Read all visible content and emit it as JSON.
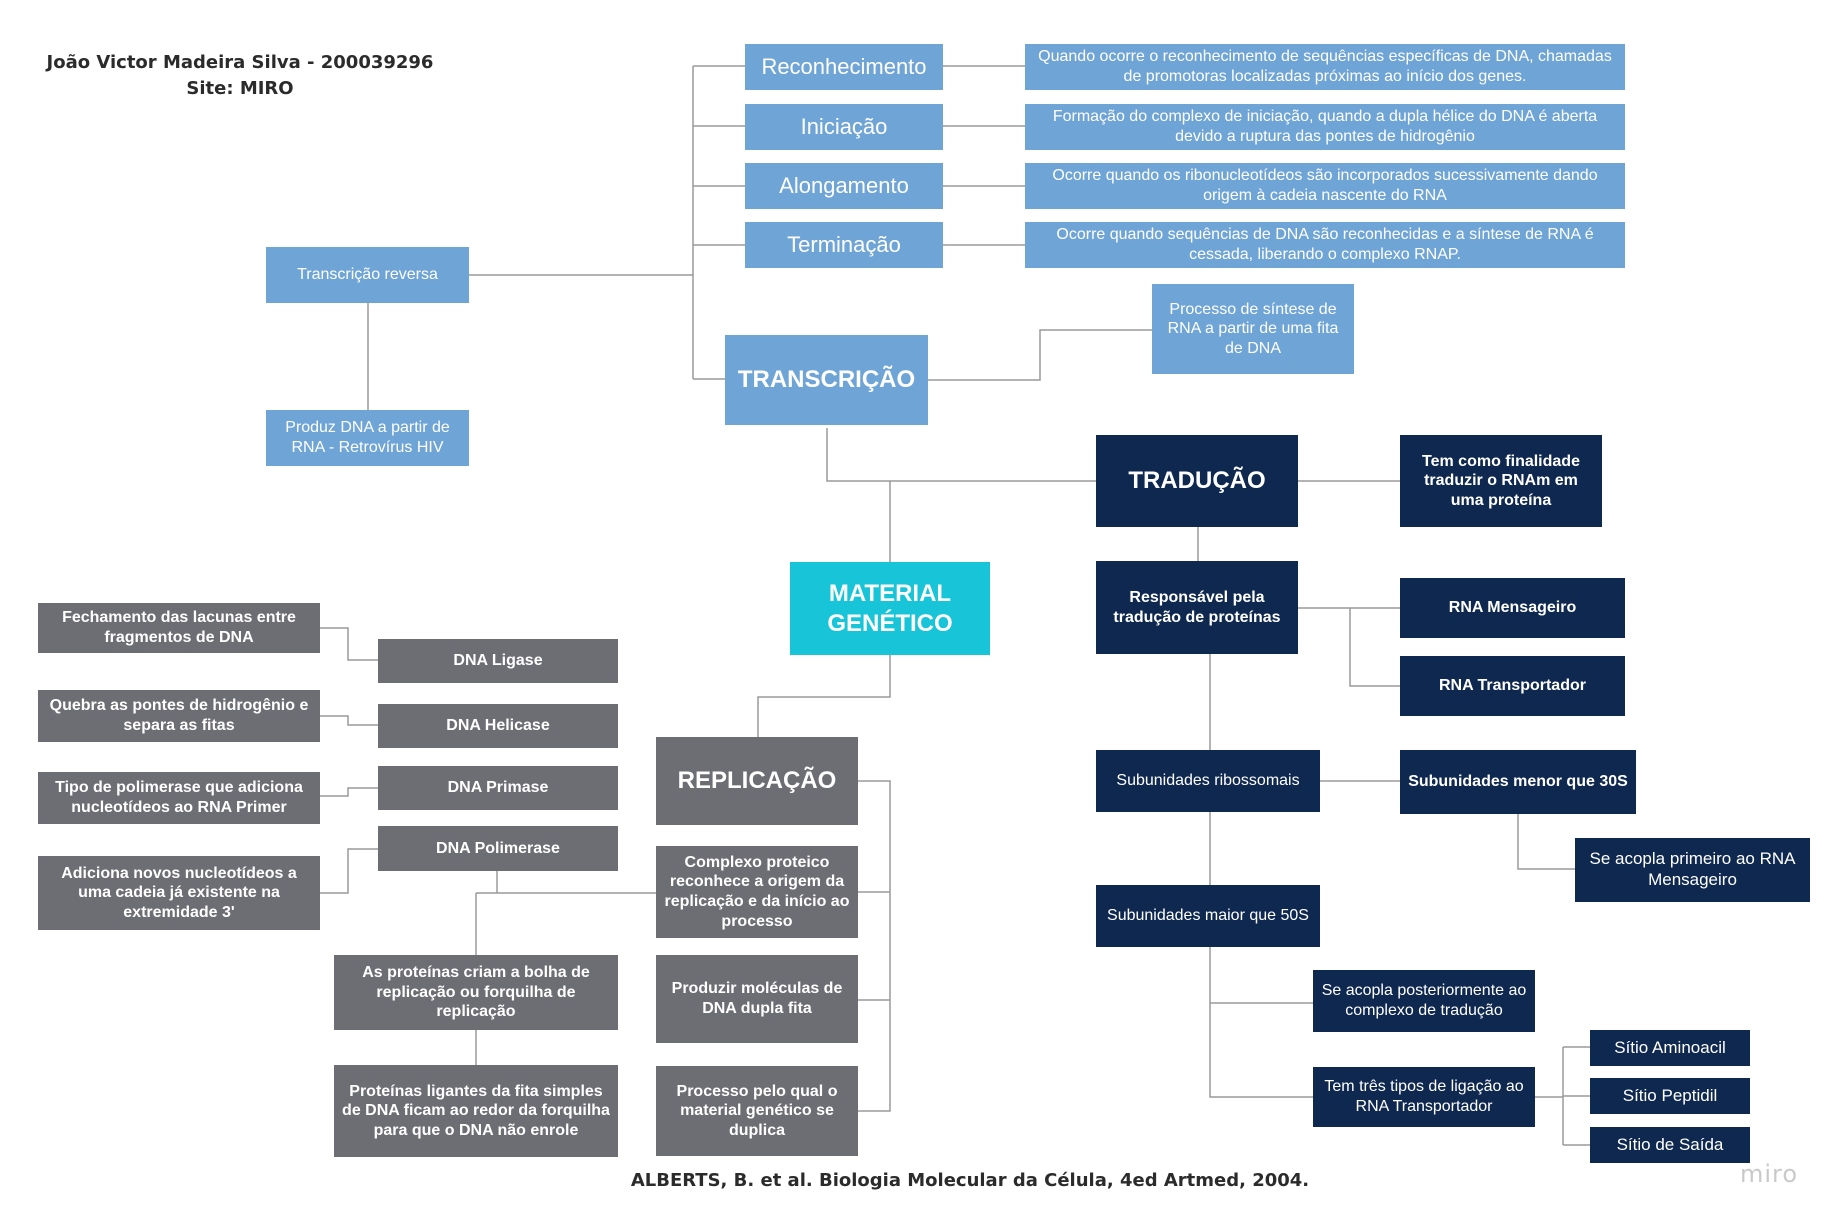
{
  "header": {
    "author": "João Victor Madeira Silva - 200039296",
    "site": "Site: MIRO"
  },
  "citation": "ALBERTS, B. et al. Biologia Molecular da Célula, 4ed Artmed, 2004.",
  "brand": "miro",
  "colors": {
    "light_blue": "#6fa4d6",
    "navy": "#0f2850",
    "gray": "#6d6d74",
    "cyan": "#17c4d8",
    "connector": "#9a9a9a"
  },
  "nodes": {
    "reconhecimento": "Reconhecimento",
    "reconhecimento_desc": "Quando ocorre o reconhecimento de sequências específicas de DNA, chamadas de promotoras localizadas próximas ao início dos genes.",
    "iniciacao": "Iniciação",
    "iniciacao_desc": "Formação do complexo de iniciação, quando a dupla hélice do DNA é aberta devido a ruptura das pontes de hidrogênio",
    "alongamento": "Alongamento",
    "alongamento_desc": "Ocorre quando os ribonucleotídeos são incorporados sucessivamente dando origem à cadeia nascente do RNA",
    "terminacao": "Terminação",
    "terminacao_desc": "Ocorre quando sequências de DNA são reconhecidas e a síntese de RNA é cessada, liberando o complexo RNAP.",
    "transcricao_reversa": "Transcrição reversa",
    "produz_dna": "Produz DNA a partir de RNA - Retrovírus HIV",
    "transcricao": "TRANSCRIÇÃO",
    "transcricao_desc": "Processo de síntese de RNA a partir de uma fita de DNA",
    "traducao": "TRADUÇÃO",
    "traducao_desc": "Tem como finalidade traduzir o RNAm em uma proteína",
    "material_genetico": "MATERIAL GENÉTICO",
    "responsavel": "Responsável pela tradução de proteínas",
    "rna_mensageiro": "RNA Mensageiro",
    "rna_transportador": "RNA Transportador",
    "subunidades_ribossomais": "Subunidades ribossomais",
    "subunidade_menor": "Subunidades menor que 30S",
    "acopla_primeiro": "Se acopla primeiro ao RNA Mensageiro",
    "subunidade_maior": "Subunidades maior que 50S",
    "acopla_posteriormente": "Se acopla posteriormente ao complexo de tradução",
    "tres_tipos": "Tem três tipos de ligação ao RNA Transportador",
    "sitio_aminoacil": "Sítio Aminoacil",
    "sitio_peptidil": "Sítio Peptidil",
    "sitio_saida": "Sítio de Saída",
    "replicacao": "REPLICAÇÃO",
    "complexo_proteico": "Complexo proteico reconhece a origem da replicação e da início ao processo",
    "produzir_moleculas": "Produzir moléculas de DNA dupla fita",
    "processo_duplica": "Processo pelo qual o material genético se duplica",
    "dna_ligase": "DNA Ligase",
    "dna_helicase": "DNA Helicase",
    "dna_primase": "DNA Primase",
    "dna_polimerase": "DNA Polimerase",
    "ligase_desc": "Fechamento das lacunas entre fragmentos de DNA",
    "helicase_desc": "Quebra as pontes de hidrogênio e separa as fitas",
    "primase_desc": "Tipo de polimerase que adiciona nucleotídeos ao RNA Primer",
    "polimerase_desc": "Adiciona novos nucleotídeos a uma cadeia já existente na extremidade 3'",
    "bolha": "As proteínas criam a bolha de replicação ou forquilha de replicação",
    "ligantes": "Proteínas ligantes da fita simples de DNA ficam ao redor da forquilha para que o DNA não enrole"
  }
}
